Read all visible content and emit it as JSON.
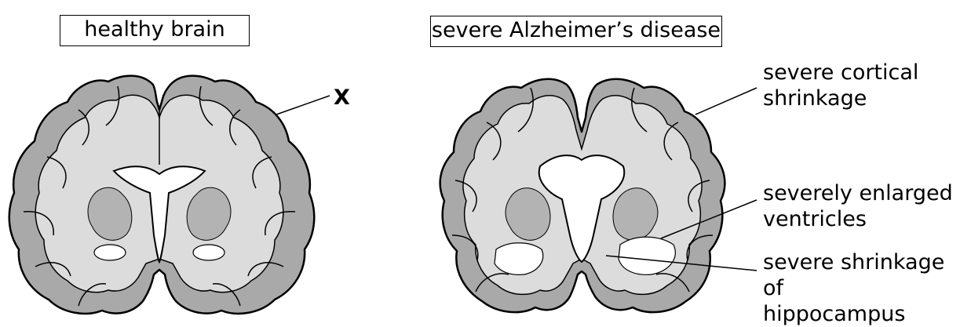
{
  "labels": {
    "healthy_brain": "healthy brain",
    "alzheimers": "severe Alzheimer’s disease",
    "marker_x": "X"
  },
  "annotations": {
    "cortical_line1": "severe cortical",
    "cortical_line2": "shrinkage",
    "ventricles_line1": "severely enlarged",
    "ventricles_line2": "ventricles",
    "hippo_line1": "severe shrinkage of",
    "hippo_line2": "hippocampus"
  },
  "colors": {
    "outline": "#000000",
    "cortex_grey": "#a9a9a9",
    "white_matter": "#dcdcdc",
    "deep_structures": "#b3b3b3",
    "ventricle": "#ffffff"
  }
}
